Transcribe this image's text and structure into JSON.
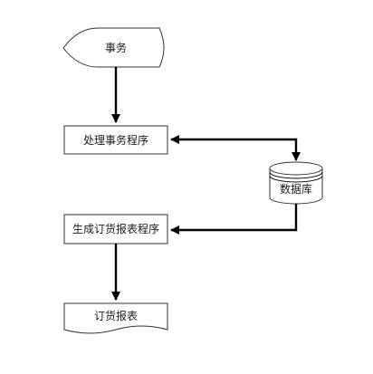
{
  "nodes": {
    "transaction": {
      "label": "事务",
      "shape": "display"
    },
    "process_transaction": {
      "label": "处理事务程序",
      "shape": "process"
    },
    "database": {
      "label": "数据库",
      "shape": "cylinder"
    },
    "generate_report_program": {
      "label": "生成订货报表程序",
      "shape": "process"
    },
    "order_report": {
      "label": "订货报表",
      "shape": "document"
    }
  },
  "edges": [
    {
      "from": "transaction",
      "to": "process_transaction",
      "direction": "forward"
    },
    {
      "from": "process_transaction",
      "to": "database",
      "direction": "both"
    },
    {
      "from": "database",
      "to": "generate_report_program",
      "direction": "forward"
    },
    {
      "from": "generate_report_program",
      "to": "order_report",
      "direction": "forward"
    }
  ],
  "colors": {
    "line": "#000000",
    "shape_border": "#333333",
    "background": "#ffffff"
  }
}
